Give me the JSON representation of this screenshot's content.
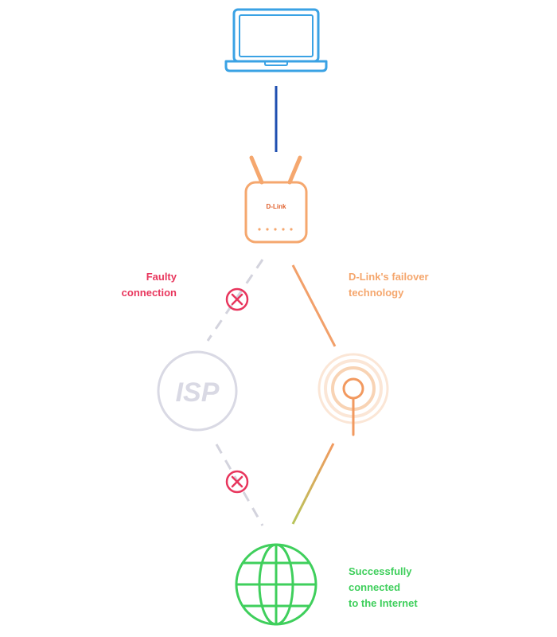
{
  "router": {
    "brand": "D-Link"
  },
  "isp": {
    "label": "ISP"
  },
  "labels": {
    "faulty": [
      "Faulty",
      "connection"
    ],
    "failover": [
      "D-Link's failover",
      "technology"
    ],
    "success": [
      "Successfully",
      "connected",
      "to the Internet"
    ]
  },
  "colors": {
    "laptop": "#3aa2e4",
    "laptop_link": "#1f4fb0",
    "router": "#f5a76e",
    "failover_line": "#f2a06a",
    "faulty_red": "#e8365d",
    "isp_gray": "#d9d9e4",
    "dashed_gray": "#d3d3dd",
    "globe_green": "#3fcf5c"
  },
  "icons": {
    "laptop": "laptop-icon",
    "router": "router-icon",
    "isp": "isp-circle-icon",
    "lte": "lte-antenna-icon",
    "error": "x-circle-icon",
    "globe": "globe-icon"
  }
}
